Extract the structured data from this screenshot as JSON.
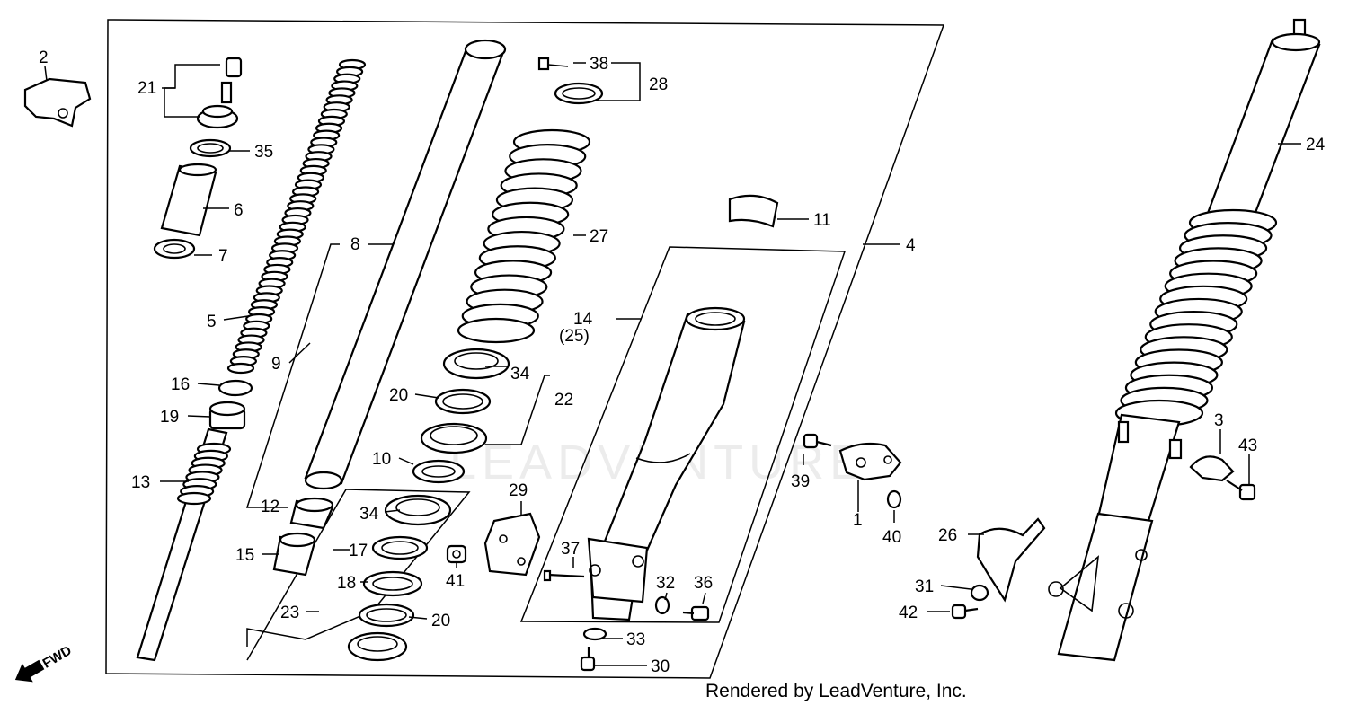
{
  "credit": "Rendered by LeadVenture, Inc.",
  "watermark": "LEADVENTURE",
  "direction_label": "FWD",
  "callouts": [
    {
      "id": "c1",
      "text": "1"
    },
    {
      "id": "c2",
      "text": "2"
    },
    {
      "id": "c3",
      "text": "3"
    },
    {
      "id": "c4",
      "text": "4"
    },
    {
      "id": "c5",
      "text": "5"
    },
    {
      "id": "c6",
      "text": "6"
    },
    {
      "id": "c7",
      "text": "7"
    },
    {
      "id": "c8",
      "text": "8"
    },
    {
      "id": "c9",
      "text": "9"
    },
    {
      "id": "c10",
      "text": "10"
    },
    {
      "id": "c11",
      "text": "11"
    },
    {
      "id": "c12",
      "text": "12"
    },
    {
      "id": "c13",
      "text": "13"
    },
    {
      "id": "c14",
      "text": "14"
    },
    {
      "id": "c14b",
      "text": "(25)"
    },
    {
      "id": "c15",
      "text": "15"
    },
    {
      "id": "c16",
      "text": "16"
    },
    {
      "id": "c17",
      "text": "17"
    },
    {
      "id": "c18",
      "text": "18"
    },
    {
      "id": "c19",
      "text": "19"
    },
    {
      "id": "c20a",
      "text": "20"
    },
    {
      "id": "c20b",
      "text": "20"
    },
    {
      "id": "c21",
      "text": "21"
    },
    {
      "id": "c22",
      "text": "22"
    },
    {
      "id": "c23",
      "text": "23"
    },
    {
      "id": "c24",
      "text": "24"
    },
    {
      "id": "c26",
      "text": "26"
    },
    {
      "id": "c27",
      "text": "27"
    },
    {
      "id": "c28",
      "text": "28"
    },
    {
      "id": "c29",
      "text": "29"
    },
    {
      "id": "c30",
      "text": "30"
    },
    {
      "id": "c31",
      "text": "31"
    },
    {
      "id": "c32",
      "text": "32"
    },
    {
      "id": "c33",
      "text": "33"
    },
    {
      "id": "c34a",
      "text": "34"
    },
    {
      "id": "c34b",
      "text": "34"
    },
    {
      "id": "c35",
      "text": "35"
    },
    {
      "id": "c36",
      "text": "36"
    },
    {
      "id": "c37",
      "text": "37"
    },
    {
      "id": "c38",
      "text": "38"
    },
    {
      "id": "c39",
      "text": "39"
    },
    {
      "id": "c40",
      "text": "40"
    },
    {
      "id": "c41",
      "text": "41"
    },
    {
      "id": "c42",
      "text": "42"
    },
    {
      "id": "c43",
      "text": "43"
    }
  ]
}
